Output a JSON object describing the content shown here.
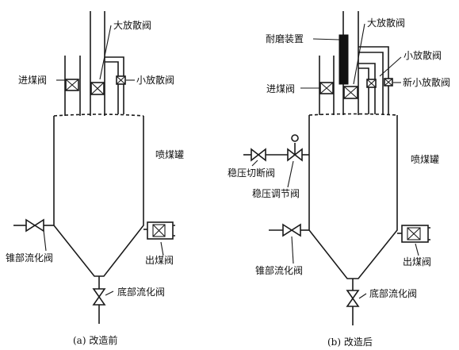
{
  "diagram_a": {
    "caption": "(a) 改造前",
    "labels": {
      "main_vent": "大放散阀",
      "small_vent": "小放散阀",
      "coal_inlet": "进煤阀",
      "tank": "喷煤罐",
      "cone_fluid": "锥部流化阀",
      "coal_outlet": "出煤阀",
      "bottom_fluid": "底部流化阀"
    }
  },
  "diagram_b": {
    "caption": "(b) 改造后",
    "labels": {
      "main_vent": "大放散阀",
      "wear_device": "耐磨装置",
      "small_vent": "小放散阀",
      "coal_inlet": "进煤阀",
      "new_small_vent": "新小放散阀",
      "tank": "喷煤罐",
      "pressure_cutoff": "稳压切断阀",
      "pressure_regulate": "稳压调节阀",
      "cone_fluid": "锥部流化阀",
      "coal_outlet": "出煤阀",
      "bottom_fluid": "底部流化阀"
    }
  }
}
